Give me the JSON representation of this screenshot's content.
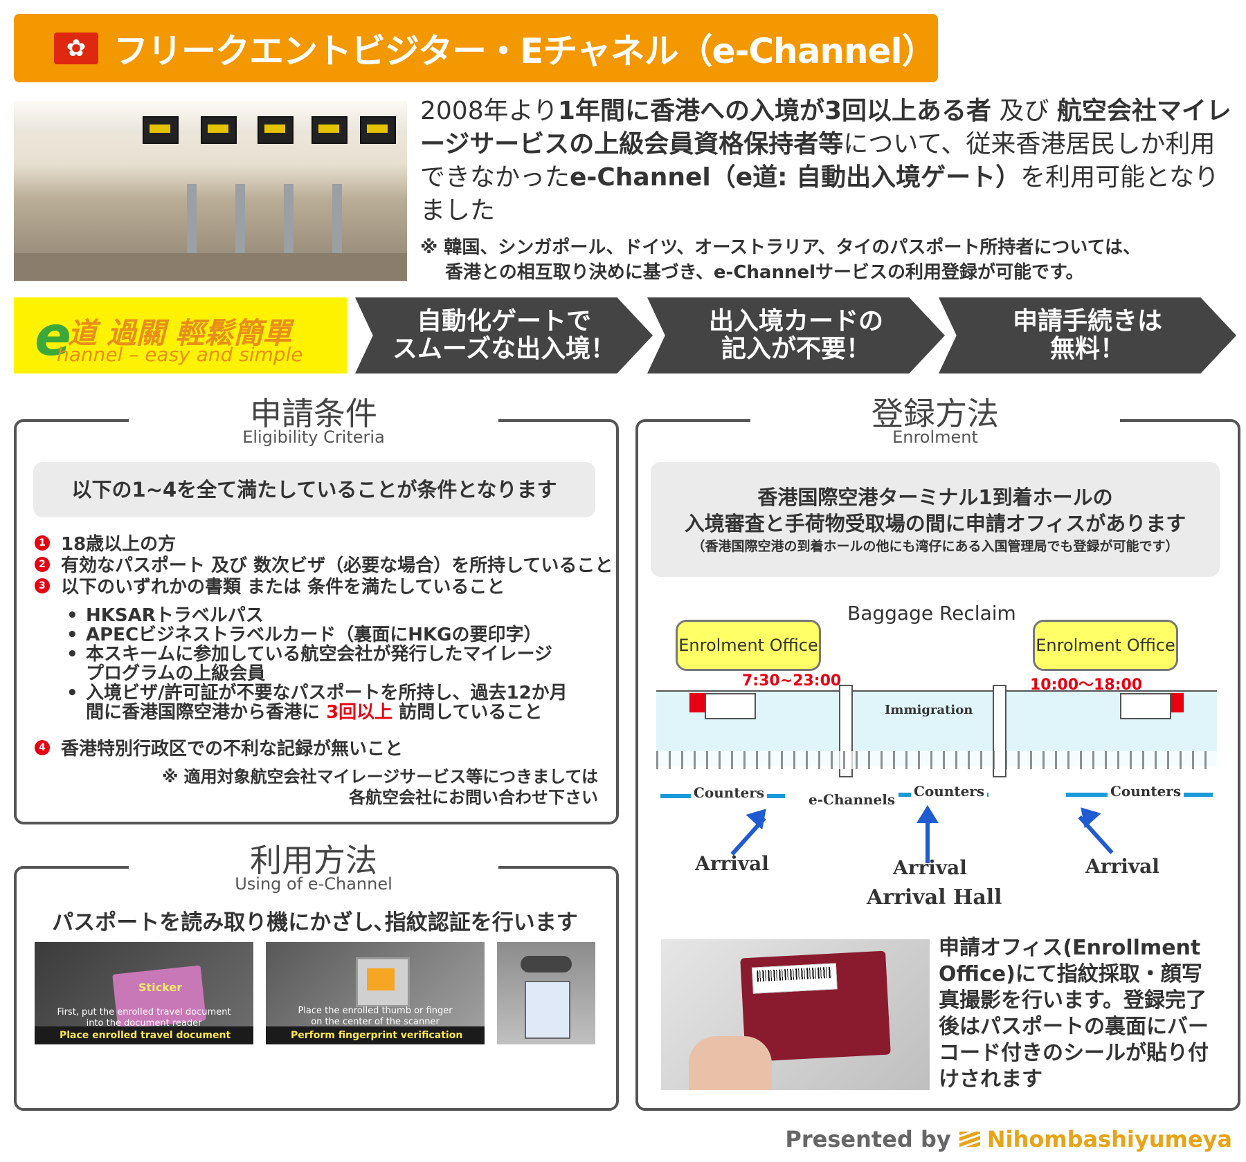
{
  "header": {
    "title": "フリークエントビジター・Eチャネル（e-Channel）",
    "flag_icon": "hong-kong-flag"
  },
  "intro": {
    "part1": "2008年より",
    "part2": "1年間に香港への入境が3回以上ある者",
    "part3": " 及び ",
    "part4": "航空会社マイレージサービスの上級会員資格保持者等",
    "part5": "について、従来香港居民しか利用できなかった",
    "part6": "e-Channel（e道: 自動出入境ゲート）",
    "part7": "を利用可能となりました",
    "note_line1": "※ 韓国、シンガポール、ドイツ、オーストラリア、タイのパスポート所持者については、",
    "note_line2": "香港との相互取り決めに基づき、e-Channelサービスの利用登録が可能です。"
  },
  "banner": {
    "logo_main": "道 過關 輕鬆簡單",
    "logo_e": "e",
    "logo_sub": "hannel – easy and simple",
    "chevrons": [
      {
        "line1": "自動化ゲートで",
        "line2": "スムーズな出入境！"
      },
      {
        "line1": "出入境カードの",
        "line2": "記入が不要！"
      },
      {
        "line1": "申請手続きは",
        "line2": "無料！"
      }
    ]
  },
  "eligibility": {
    "title": "申請条件",
    "subtitle": "Eligibility Criteria",
    "pill": "以下の1~4を全て満たしていることが条件となります",
    "items": [
      {
        "num": "1",
        "text": "18歳以上の方"
      },
      {
        "num": "2",
        "text": "有効なパスポート 及び 数次ビザ（必要な場合）を所持していること"
      },
      {
        "num": "3",
        "text": "以下のいずれかの書類 または 条件を満たしていること"
      },
      {
        "num": "4",
        "text": "香港特別行政区での不利な記録が無いこと"
      }
    ],
    "bullets": {
      "b1": "HKSARトラベルパス",
      "b2": "APECビジネストラベルカード（裏面にHKGの要印字）",
      "b3_line1": "本スキームに参加している航空会社が発行したマイレージ",
      "b3_line2": "プログラムの上級会員",
      "b4_line1": "入境ビザ/許可証が不要なパスポートを所持し、過去12か月",
      "b4_line2a": "間に香港国際空港から香港に ",
      "b4_line2b": "3回以上",
      "b4_line2c": " 訪問していること"
    },
    "footnote_line1": "※ 適用対象航空会社マイレージサービス等につきましては",
    "footnote_line2": "各航空会社にお問い合わせ下さい"
  },
  "usage": {
    "title": "利用方法",
    "subtitle": "Using of e-Channel",
    "headline": "パスポートを読み取り機にかざし､指紋認証を行います",
    "photo1": {
      "sticker": "Sticker",
      "caption1": "First, put the enrolled travel document",
      "caption2": "into the document reader",
      "step": "Place enrolled travel document"
    },
    "photo2": {
      "caption1": "Place the enrolled thumb or finger",
      "caption2": "on the center of the scanner",
      "step": "Perform fingerprint verification"
    }
  },
  "enrolment": {
    "title": "登録方法",
    "subtitle": "Enrolment",
    "pill_line1": "香港国際空港ターミナル1到着ホールの",
    "pill_line2": "入境審査と手荷物受取場の間に申請オフィスがあります",
    "pill_note": "（香港国際空港の到着ホールの他にも湾仔にある入国管理局でも登録が可能です）",
    "map": {
      "baggage": "Baggage Reclaim",
      "office_left": "Enrolment Office",
      "office_right": "Enrolment Office",
      "time_left": "7:30~23:00",
      "time_right": "10:00～18:00",
      "immigration": "Immigration",
      "counters": "Counters",
      "echannels": "e-Channels",
      "arrival": "Arrival",
      "arrival_hall": "Arrival Hall"
    },
    "desc": "申請オフィス(Enrollment Office)にて指紋採取・顔写真撮影を行います。登録完了後はパスポートの裏面にバーコード付きのシールが貼り付けされます"
  },
  "footer": {
    "presented": "Presented by",
    "brand": "Nihombashiyumeya"
  }
}
